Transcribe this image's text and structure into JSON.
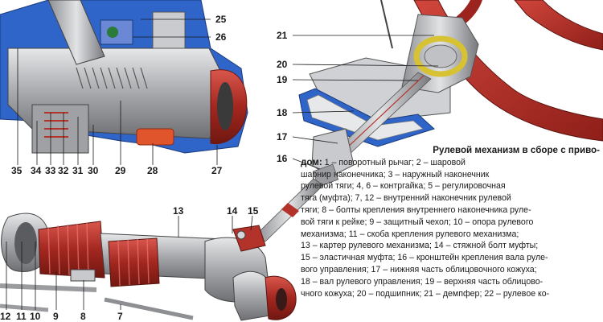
{
  "figure": {
    "caption_title_line1": "Рулевой механизм в сборе с приво-",
    "caption_title_line2": "дом:",
    "caption_lines": [
      " 1 – поворотный рычаг; 2 – шаровой",
      "шарнир наконечника; 3 – наружный наконечник",
      "рулевой тяги; 4, 6 – контргайка; 5 – регулировочная",
      "тяга (муфта); 7, 12 – внутренний наконечник рулевой",
      "тяги; 8 – болты крепления внутреннего наконечника руле-",
      "вой тяги к рейке; 9 – защитный чехол; 10 – опора рулевого",
      "механизма; 11 – скоба крепления рулевого механизма;",
      "13 – картер рулевого механизма; 14 – стяжной болт муфты;",
      "15 – эластичная муфта; 16 – кронштейн крепления вала руле-",
      "вого управления; 17 – нижняя часть облицовочного кожуха;",
      "18 – вал рулевого управления; 19 – верхняя часть облицово-",
      "чного кожуха; 20 – подшипник; 21 – демпфер; 22 – рулевое ко-"
    ],
    "callouts": {
      "n25": "25",
      "n26": "26",
      "n35": "35",
      "n34": "34",
      "n33": "33",
      "n32": "32",
      "n31": "31",
      "n30": "30",
      "n29": "29",
      "n28": "28",
      "n27": "27",
      "n21": "21",
      "n20": "20",
      "n19": "19",
      "n18": "18",
      "n17": "17",
      "n16": "16",
      "n13": "13",
      "n14": "14",
      "n15": "15",
      "n12": "12",
      "n11": "11",
      "n10": "10",
      "n9": "9",
      "n8": "8",
      "n7": "7"
    }
  },
  "colors": {
    "steel": "#a9aaac",
    "housing_blue": "#2f64c8",
    "boot_red": "#b3322a",
    "wheel_red": "#b8302b",
    "seal_orange": "#e0552c",
    "bearing_yellow": "#d7c234"
  }
}
